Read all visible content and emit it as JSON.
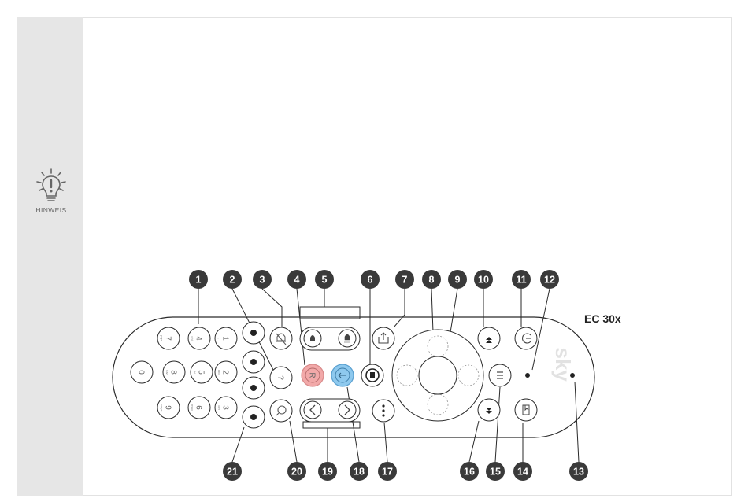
{
  "hint": {
    "label": "HINWEIS",
    "icon": "lightbulb-exclamation-icon"
  },
  "device": {
    "model": "EC 30x",
    "brand": "sky"
  },
  "callouts": [
    "1",
    "2",
    "3",
    "4",
    "5",
    "6",
    "7",
    "8",
    "9",
    "10",
    "11",
    "12",
    "13",
    "14",
    "15",
    "16",
    "17",
    "18",
    "19",
    "20",
    "21"
  ],
  "keypad": [
    {
      "digit": "7",
      "sub": "pqrs"
    },
    {
      "digit": "4",
      "sub": "ghi"
    },
    {
      "digit": "1",
      "sub": ".,"
    },
    {
      "digit": "0",
      "sub": ""
    },
    {
      "digit": "8",
      "sub": "tuv"
    },
    {
      "digit": "5",
      "sub": "jkl"
    },
    {
      "digit": "2",
      "sub": "abc"
    },
    {
      "digit": "9",
      "sub": "wxyz"
    },
    {
      "digit": "6",
      "sub": "mno"
    },
    {
      "digit": "3",
      "sub": "def"
    }
  ],
  "keys": {
    "record": "R",
    "help": "?"
  },
  "colors": {
    "callout": "#3a3a3a",
    "record_key": "#f2a9a9",
    "record_ring": "#d88a8a",
    "blue_key": "#8ec9ee",
    "blue_ring": "#5aa0d0",
    "outline": "#2a2a2a",
    "sidebar": "#e6e6e6"
  }
}
